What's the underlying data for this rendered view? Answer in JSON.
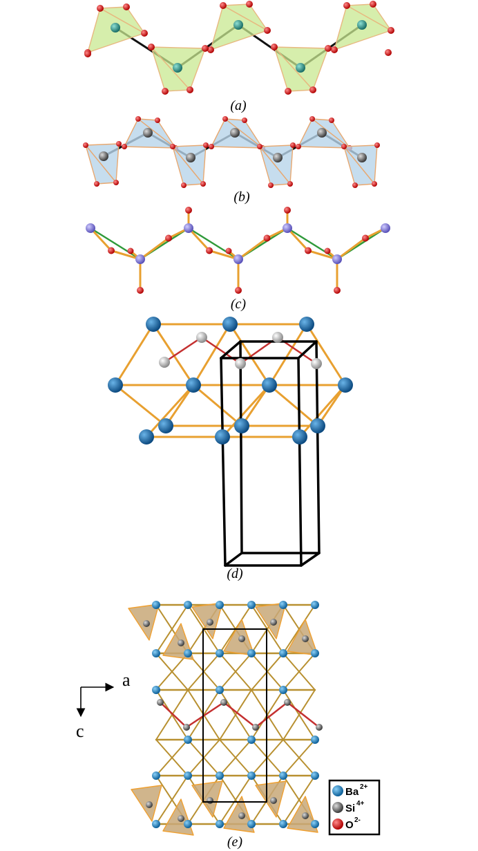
{
  "panels": {
    "a": {
      "label": "(a)"
    },
    "b": {
      "label": "(b)"
    },
    "c": {
      "label": "(c)"
    },
    "d": {
      "label": "(d)"
    },
    "e": {
      "label": "(e)"
    }
  },
  "axes": {
    "a_label": "a",
    "c_label": "c"
  },
  "legend": {
    "items": [
      {
        "symbol": "Ba",
        "charge": "2+",
        "color": "#1a7fc4"
      },
      {
        "symbol": "Si",
        "charge": "4+",
        "color": "#8a8a8a"
      },
      {
        "symbol": "O",
        "charge": "2-",
        "color": "#e01010"
      }
    ]
  },
  "colors": {
    "oxygen": "#d81818",
    "silicon_a": "#2a9a8c",
    "silicon_b": "#7a7a7a",
    "phosphorus_c": "#8c84e0",
    "barium": "#1b6fb0",
    "barium_e": "#1a8fd0",
    "bond_gold": "#e8a030",
    "bond_red": "#c43030",
    "tetra_green": "#c8e890",
    "tetra_blue": "#b8d4ea",
    "tetra_tan": "#c8a878",
    "bond_green": "#2f9a3a"
  }
}
